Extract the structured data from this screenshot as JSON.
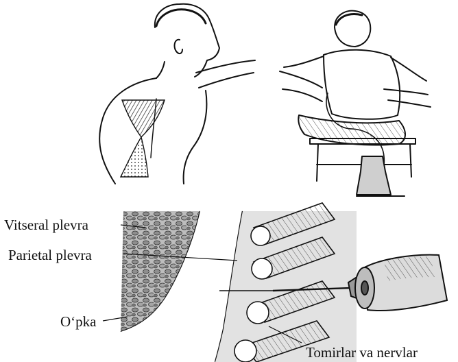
{
  "labels": {
    "visceral_pleura": "Vitseral plevra",
    "parietal_pleura": "Parietal plevra",
    "lung": "O‘pka",
    "vessels_nerves": "Tomirlar va nervlar"
  },
  "colors": {
    "ink": "#111111",
    "lung_fill": "#9a9a9a",
    "tissue_fill": "#dedede",
    "syringe_fill": "#d8d8d8"
  }
}
